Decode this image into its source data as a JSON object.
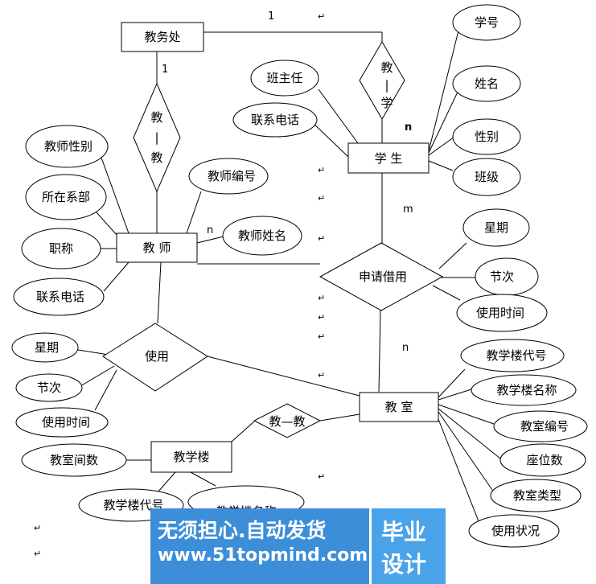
{
  "entities": {
    "office": "教务处",
    "teacher": "教 师",
    "student": "学 生",
    "classroom": "教 室",
    "building": "教学楼"
  },
  "relationships": {
    "teach_teach": [
      "教",
      "|",
      "教"
    ],
    "teach_learn": [
      "教",
      "|",
      "学"
    ],
    "apply_borrow": "申请借用",
    "use": "使用",
    "teach_dash": "教—教"
  },
  "student_attrs": {
    "id": "学号",
    "name": "姓名",
    "gender": "性别",
    "class": "班级",
    "head_teacher": "班主任",
    "phone": "联系电话"
  },
  "teacher_attrs": {
    "gender": "教师性别",
    "dept": "所在系部",
    "title": "职称",
    "phone": "联系电话",
    "number": "教师编号",
    "name": "教师姓名"
  },
  "apply_attrs": {
    "week": "星期",
    "period": "节次",
    "time": "使用时间"
  },
  "use_attrs": {
    "week": "星期",
    "period": "节次",
    "time": "使用时间"
  },
  "classroom_attrs": {
    "building_code": "教学楼代号",
    "building_name": "教学楼名称",
    "room_number": "教室编号",
    "seats": "座位数",
    "room_type": "教室类型",
    "status": "使用状况"
  },
  "building_attrs": {
    "room_count": "教室间数",
    "code": "教学楼代号",
    "name": "教学楼名称"
  },
  "cardinalities": {
    "office_student": "1",
    "office_teacher": "1",
    "student_top": "n",
    "teacher_right": "n",
    "student_bottom": "m",
    "classroom_top": "n"
  },
  "paragraph_mark": "↵",
  "watermark": {
    "slogan": "无须担心.自动发货",
    "url": "www.51topmind.com",
    "badge_line1": "毕业",
    "badge_line2": "设计"
  }
}
